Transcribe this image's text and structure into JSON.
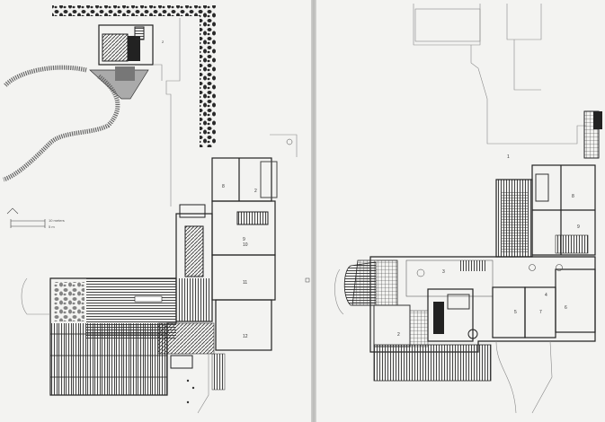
{
  "left_plan": {
    "room_numbers": [
      "2",
      "8",
      "9",
      "10",
      "11",
      "12"
    ],
    "scale_labels": [
      "10 meters",
      "5 m"
    ]
  },
  "right_plan": {
    "room_numbers": [
      "1",
      "2",
      "3",
      "4",
      "5",
      "6",
      "7",
      "8",
      "9"
    ]
  },
  "colors": {
    "paper": "#f3f3f1",
    "ink": "#222222",
    "hatch": "#555555"
  }
}
